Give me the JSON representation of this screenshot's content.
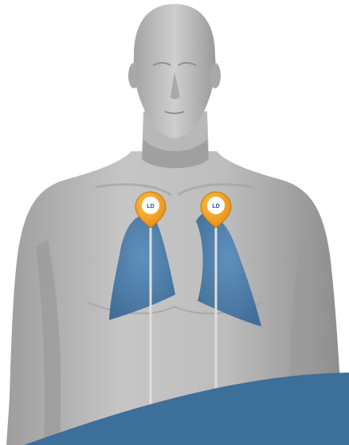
{
  "illustration": {
    "colors": {
      "background": "#ffffff",
      "body_light": "#c4c4c4",
      "body_mid": "#a8a8a8",
      "body_shadow": "#8f8f8f",
      "lung": "#4f81ad",
      "lung_shadow": "#3d6d98",
      "sensor_orange": "#f3a126",
      "sensor_ring": "#ffffff",
      "cable": "#d9d9d9",
      "banner": "#3c6f9a"
    },
    "sensors": [
      {
        "side": "left",
        "logo": "LD"
      },
      {
        "side": "right",
        "logo": "LD"
      }
    ],
    "icons": {
      "sensor": "stethoscope-sensor-icon",
      "lung": "lung-icon"
    }
  }
}
